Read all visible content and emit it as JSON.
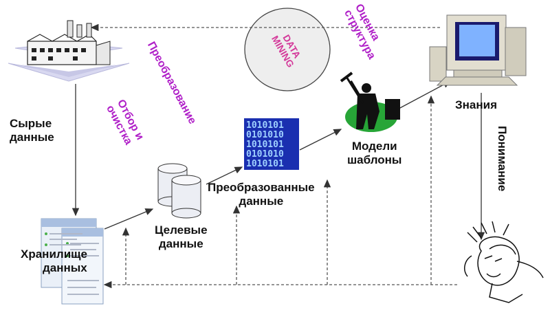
{
  "colors": {
    "accent_text": "#b020c8",
    "data_mining_text": "#d43a9a",
    "arrow": "#333333",
    "binary_bg": "#1a2fb0"
  },
  "icons": {
    "factory": "factory-icon",
    "warehouse": "warehouse-documents-icon",
    "cylinders": "database-cylinders-icon",
    "binary": "binary-data-icon",
    "miner": "miner-with-pickaxe-icon",
    "computer": "computer-monitor-icon",
    "thinker": "thinking-person-icon"
  },
  "labels": {
    "raw_data_1": "Сырые",
    "raw_data_2": "данные",
    "warehouse_1": "Хранилище",
    "warehouse_2": "данных",
    "target_1": "Целевые",
    "target_2": "данные",
    "transformed_1": "Преобразованные",
    "transformed_2": "данные",
    "models_1": "Модели",
    "models_2": "шаблоны",
    "knowledge": "Знания",
    "understanding": "Понимание"
  },
  "stages": {
    "selection_1": "Отбор и",
    "selection_2": "очистка",
    "transformation": "Преобразование",
    "evaluation_1": "Оценка",
    "evaluation_2": "структура"
  },
  "data_mining": {
    "line1": "DATA",
    "line2": "MINING"
  }
}
